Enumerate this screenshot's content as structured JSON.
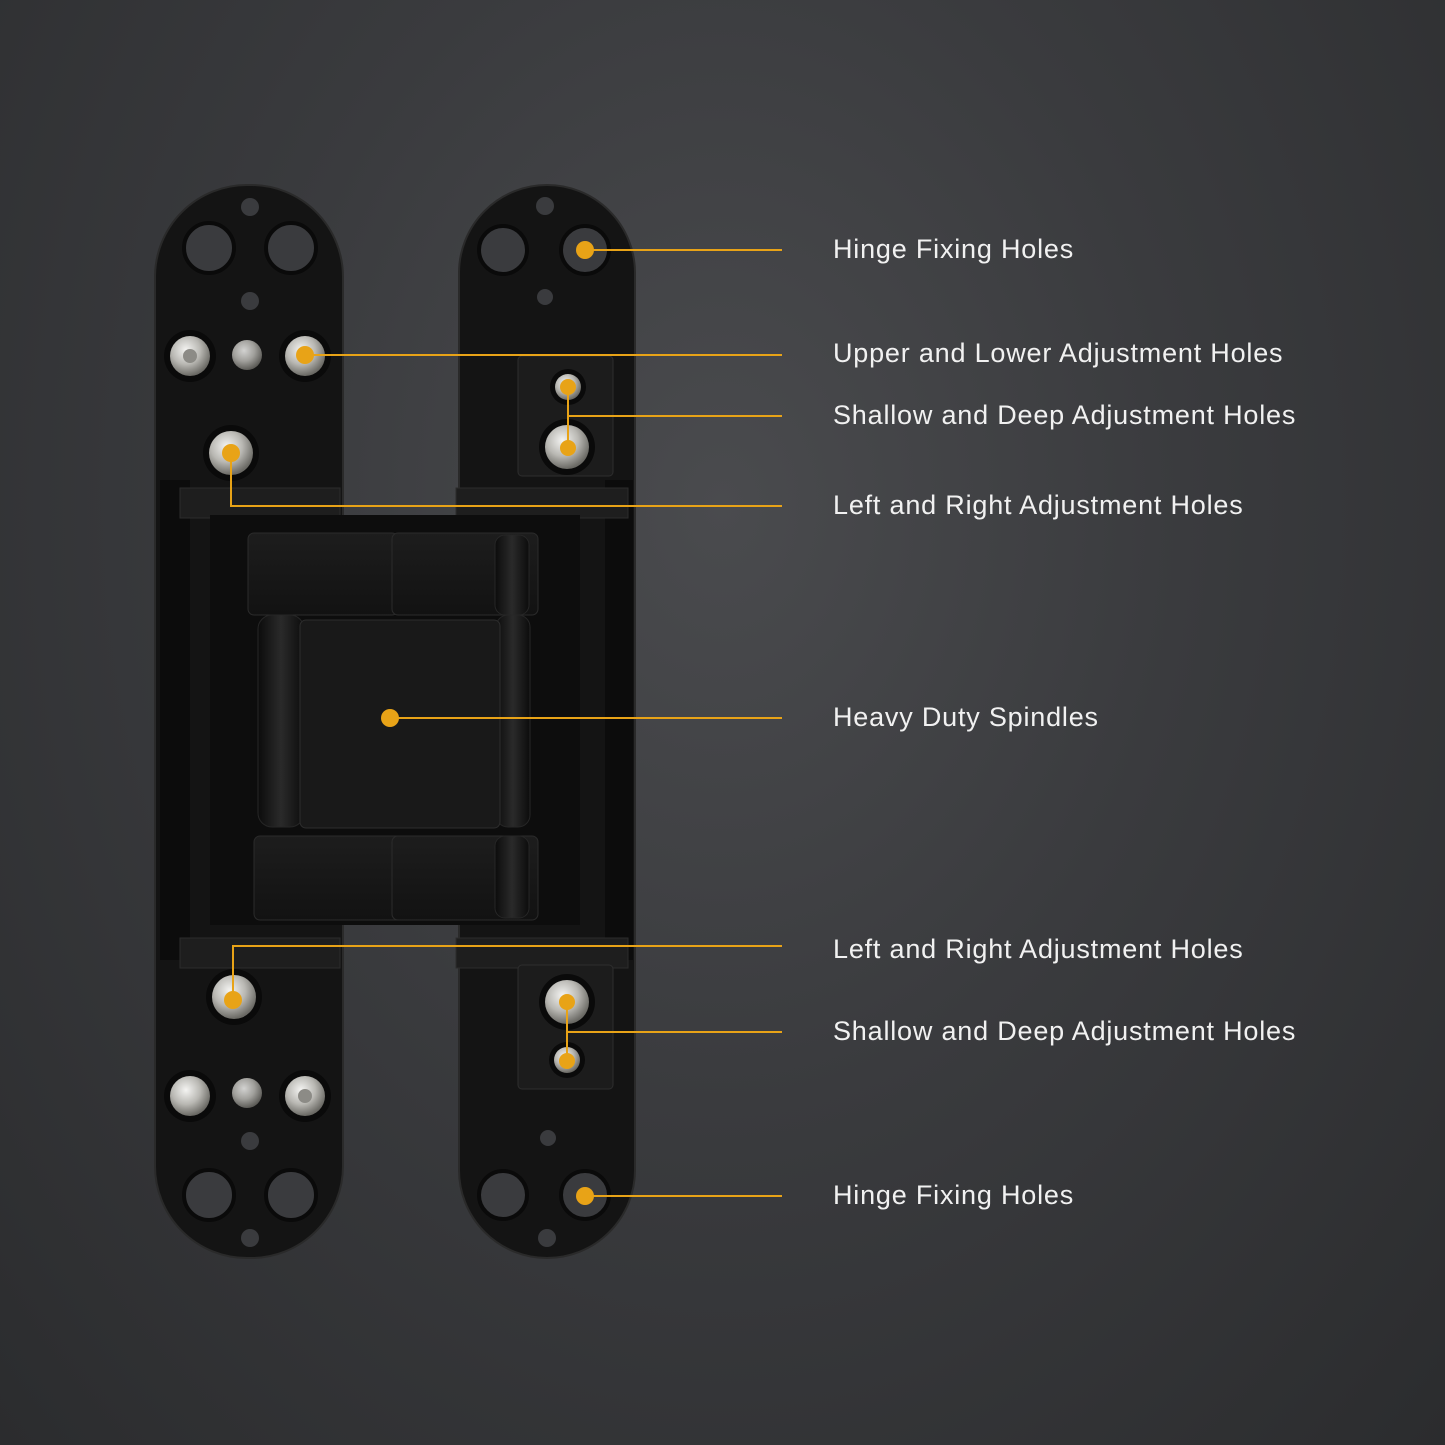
{
  "colors": {
    "accent": "#e8a317",
    "background": "#3a3b3e",
    "hinge": "#141414",
    "label_text": "#f1f1f1"
  },
  "callouts": [
    {
      "id": "hinge-fixing-top",
      "label": "Hinge Fixing Holes"
    },
    {
      "id": "upper-lower-adjust",
      "label": "Upper and Lower Adjustment Holes"
    },
    {
      "id": "shallow-deep-top",
      "label": "Shallow and Deep Adjustment Holes"
    },
    {
      "id": "left-right-top",
      "label": "Left and Right Adjustment Holes"
    },
    {
      "id": "heavy-duty-spindles",
      "label": "Heavy Duty Spindles"
    },
    {
      "id": "left-right-bottom",
      "label": "Left and Right Adjustment Holes"
    },
    {
      "id": "shallow-deep-bottom",
      "label": "Shallow and Deep Adjustment Holes"
    },
    {
      "id": "hinge-fixing-bottom",
      "label": "Hinge Fixing Holes"
    }
  ]
}
